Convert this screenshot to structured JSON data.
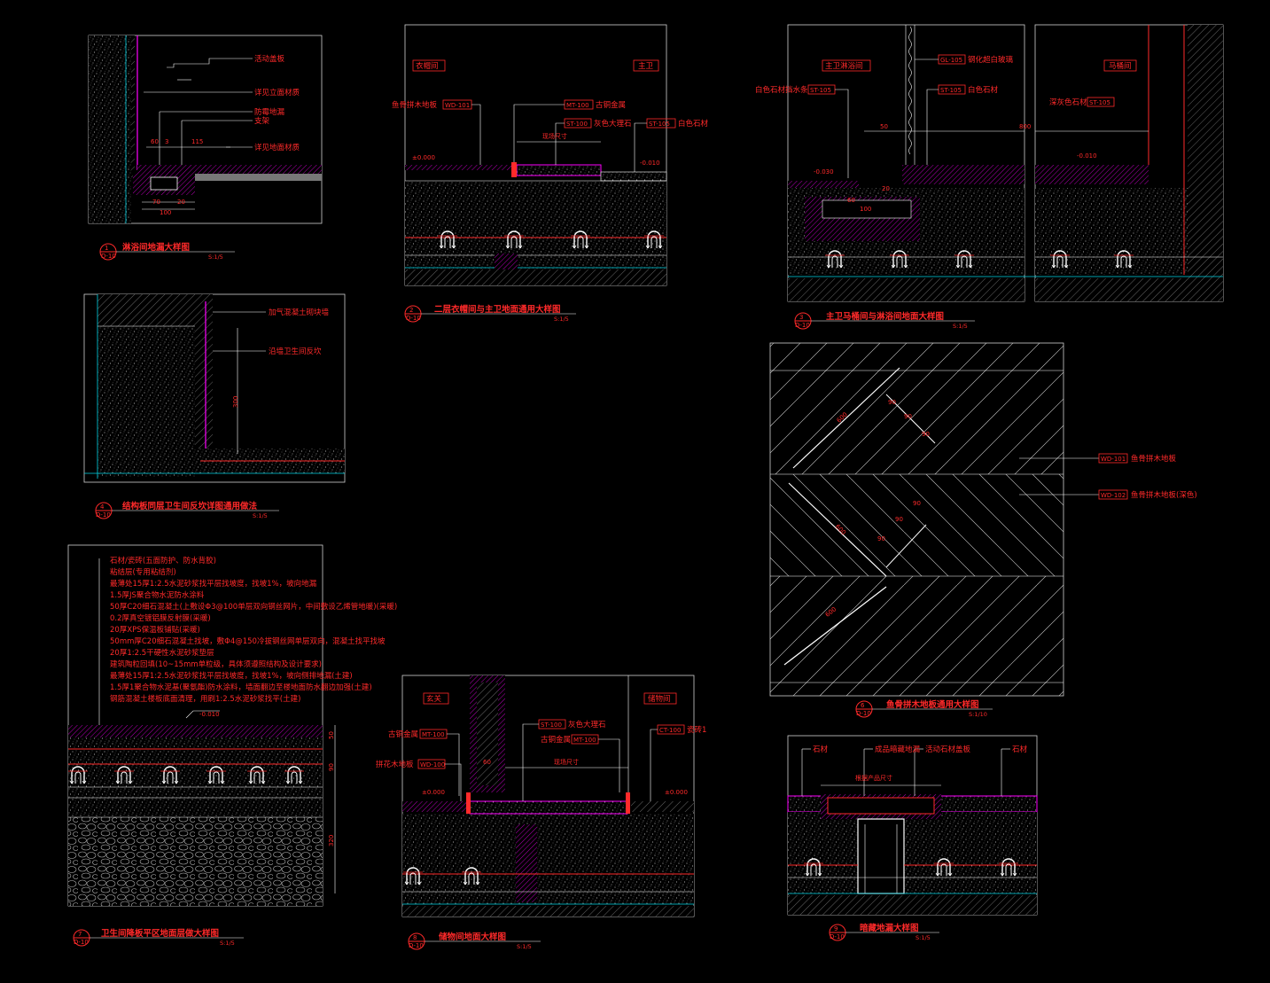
{
  "colors": {
    "background": "#000000",
    "line": "#ffffff",
    "annotation": "#ff2a2a",
    "finish": "#ff00ff",
    "grid": "#00d5e5"
  },
  "details": [
    {
      "id": "d1",
      "num": "1",
      "sheet": "D-10",
      "title": "淋浴间地漏大样图",
      "scale": "S:1/5",
      "notes": [
        "活动盖板",
        "详见立面材质",
        "防霉地漏",
        "支架",
        "详见地面材质"
      ],
      "dims": [
        "60",
        "3",
        "115",
        "70",
        "20",
        "100"
      ]
    },
    {
      "id": "d2",
      "num": "2",
      "sheet": "D-10",
      "title": "二层衣帽间与主卫地面通用大样图",
      "scale": "S:1/5",
      "rooms": [
        "衣帽间",
        "主卫"
      ],
      "tags": [
        "WD-101",
        "MT-100",
        "ST-100",
        "ST-105"
      ],
      "notes": [
        "鱼骨拼木地板",
        "古铜金属",
        "灰色大理石",
        "白色石材",
        "现场尺寸"
      ],
      "levels": [
        "±0.000",
        "-0.010"
      ]
    },
    {
      "id": "d3",
      "num": "3",
      "sheet": "D-10",
      "title": "主卫马桶间与淋浴间地面大样图",
      "scale": "S:1/5",
      "rooms": [
        "主卫淋浴间",
        "马桶间"
      ],
      "tags": [
        "GL-105",
        "ST-105",
        "ST-105",
        "ST-105"
      ],
      "notes": [
        "钢化超白玻璃",
        "白色石材",
        "白色石材挡水条",
        "深灰色石材"
      ],
      "levels": [
        "-0.030",
        "-0.010"
      ],
      "dims": [
        "50",
        "800",
        "100",
        "60",
        "20"
      ]
    },
    {
      "id": "d4",
      "num": "4",
      "sheet": "D-10",
      "title": "结构板同层卫生间反坎详图通用做法",
      "scale": "S:1/5",
      "notes": [
        "加气混凝土砌块墙",
        "沿墙卫生间反坎"
      ],
      "dims": [
        "300"
      ]
    },
    {
      "id": "d6",
      "num": "6",
      "sheet": "D-10",
      "title": "鱼骨拼木地板通用大样图",
      "scale": "S:1/10",
      "tags": [
        "WD-101",
        "WD-102"
      ],
      "notes": [
        "鱼骨拼木地板",
        "鱼骨拼木地板(深色)"
      ],
      "dims": [
        "600",
        "90",
        "90",
        "90",
        "600",
        "90",
        "90",
        "90",
        "600"
      ]
    },
    {
      "id": "d7",
      "num": "7",
      "sheet": "D-10",
      "title": "卫生间降板平区地面层做大样图",
      "scale": "S:1/5",
      "layers": [
        "石材/瓷砖(五面防护、防水背胶)",
        "粘结层(专用粘结剂)",
        "最薄处15厚1:2.5水泥砂浆找平层找坡度，找坡1%，坡向地漏",
        "1.5厚JS聚合物水泥防水涂料",
        "50厚C20细石混凝土(上敷设Φ3@100单层双向钢丝网片，中间敷设乙烯管地暖)(采暖)",
        "0.2厚真空镀铝膜反射膜(采暖)",
        "20厚XPS保温板铺贴(采暖)",
        "50mm厚C20细石混凝土找坡，敷Φ4@150冷拔钢丝网单层双向，混凝土找平找坡",
        "20厚1:2.5干硬性水泥砂浆垫层",
        "建筑陶粒回填(10~15mm单粒级，具体须遵照结构及设计要求)",
        "最薄处15厚1:2.5水泥砂浆找平层找坡度，找坡1%，坡向侧排地漏(土建)",
        "1.5厚1聚合物水泥基(聚氨酯)防水涂料，墙面翻边至楼地面防水翻边加强(土建)",
        "钢筋混凝土楼板底面清理，用刷1:2.5水泥砂浆找平(土建)"
      ],
      "levels": [
        "-0.010"
      ],
      "dims": [
        "50",
        "90",
        "320"
      ]
    },
    {
      "id": "d8",
      "num": "8",
      "sheet": "D-10",
      "title": "储物间地面大样图",
      "scale": "S:1/5",
      "rooms": [
        "玄关",
        "储物间"
      ],
      "tags": [
        "ST-100",
        "MT-100",
        "MT-100",
        "WD-100",
        "CT-100"
      ],
      "notes": [
        "灰色大理石",
        "古铜金属",
        "古铜金属",
        "拼花木地板",
        "瓷砖1",
        "现场尺寸"
      ],
      "levels": [
        "±0.000",
        "±0.000"
      ],
      "dims": [
        "60"
      ]
    },
    {
      "id": "d9",
      "num": "9",
      "sheet": "D-10",
      "title": "暗藏地漏大样图",
      "scale": "S:1/5",
      "notes": [
        "石材",
        "成品暗藏地漏",
        "活动石材盖板",
        "石材",
        "根据产品尺寸"
      ]
    }
  ]
}
